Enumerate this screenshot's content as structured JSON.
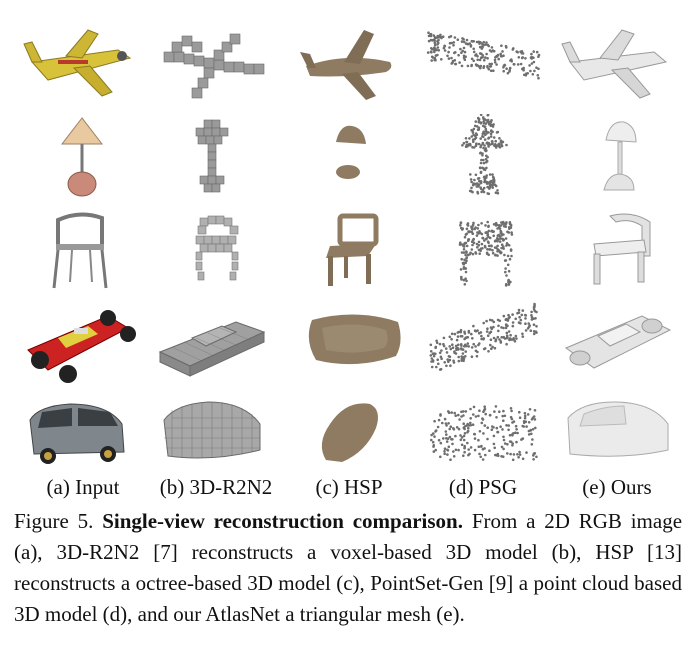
{
  "columns": [
    "(a) Input",
    "(b) 3D-R2N2",
    "(c) HSP",
    "(d) PSG",
    "(e) Ours"
  ],
  "caption": {
    "prefix": "Figure 5.",
    "title": "Single-view reconstruction comparison.",
    "body": "From a 2D RGB image (a), 3D-R2N2 [7] reconstructs a voxel-based 3D model (b), HSP [13] reconstructs a octree-based 3D model (c), PointSet-Gen [9] a point cloud based 3D model (d), and our AtlasNet a triangular mesh (e)."
  },
  "colors": {
    "voxel": "#9a9a9a",
    "hsp": "#8e7b62",
    "psg_points": "#6e6e6e",
    "ours": "#e6e6e6",
    "plane_input": "#d8c23a",
    "car_input": "#7f878d"
  }
}
